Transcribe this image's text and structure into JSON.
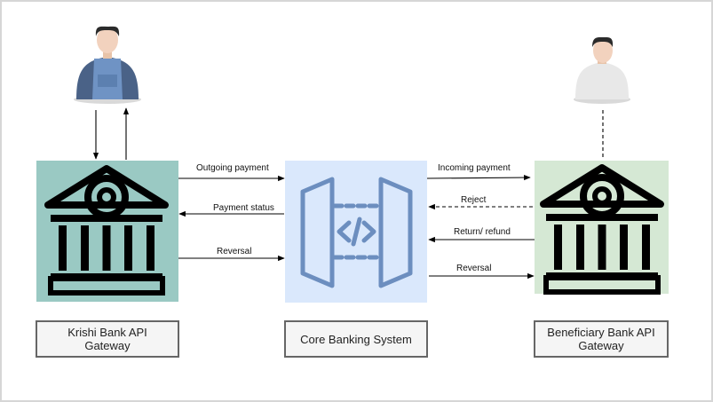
{
  "nodes": {
    "krishi_label": "Krishi Bank API Gateway",
    "core_label": "Core Banking System",
    "beneficiary_label": "Beneficiary Bank API Gateway"
  },
  "edges": {
    "outgoing_payment": "Outgoing payment",
    "payment_status": "Payment status",
    "reversal_left": "Reversal",
    "incoming_payment": "Incoming payment",
    "reject": "Reject",
    "return_refund": "Return/ refund",
    "reversal_right": "Reversal"
  },
  "colors": {
    "krishi_fill": "#9ac9c3",
    "core_fill": "#dae8fc",
    "beneficiary_fill": "#d5e8d4",
    "api_icon": "#6c8ebf",
    "label_border": "#666666",
    "label_fill": "#f5f5f5"
  },
  "icons": {
    "left_user": "farmer-user-icon",
    "right_user": "user-icon",
    "bank": "bank-building-icon",
    "api": "api-gateway-icon"
  }
}
